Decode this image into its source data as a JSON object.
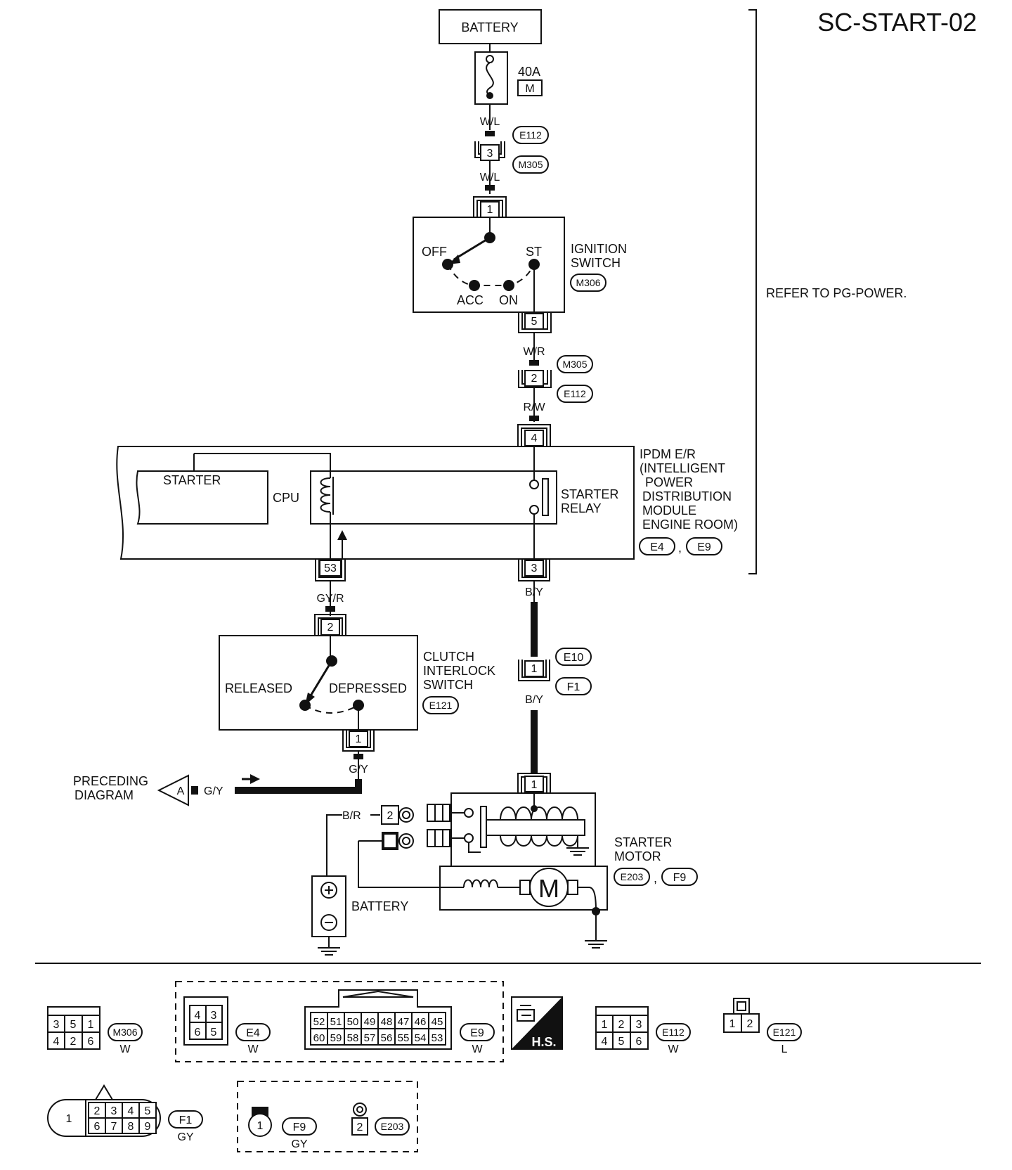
{
  "title": "SC-START-02",
  "refer_note": "REFER TO PG-POWER.",
  "battery_top": "BATTERY",
  "fuse": {
    "rating": "40A",
    "type": "M"
  },
  "wires": {
    "w1": "W/L",
    "w2": "W/L",
    "w3": "W/R",
    "w4": "R/W",
    "w5": "GY/R",
    "w6": "B/Y",
    "w7": "B/Y",
    "w8": "G/Y",
    "w9": "G/Y",
    "w10": "B/R"
  },
  "connectors": {
    "e112_a": "E112",
    "m305_a": "M305",
    "m306": "M306",
    "m305_b": "M305",
    "e112_b": "E112",
    "e4": "E4",
    "e9": "E9",
    "e10": "E10",
    "f1": "F1",
    "e121": "E121",
    "e203": "E203",
    "f9": "F9"
  },
  "pins": {
    "p3a": "3",
    "p1a": "1",
    "p5": "5",
    "p2a": "2",
    "p4": "4",
    "p53": "53",
    "p3b": "3",
    "p2b": "2",
    "p1b": "1",
    "p1c": "1",
    "p1d": "1",
    "p2c": "2"
  },
  "ignition": {
    "label": [
      "IGNITION",
      "SWITCH"
    ],
    "off": "OFF",
    "st": "ST",
    "acc": "ACC",
    "on": "ON"
  },
  "ipdm": {
    "label": [
      "IPDM E/R",
      "(INTELLIGENT",
      "POWER",
      "DISTRIBUTION",
      "MODULE",
      "ENGINE ROOM)"
    ],
    "starter": "STARTER",
    "cpu": "CPU",
    "relay": [
      "STARTER",
      "RELAY"
    ]
  },
  "clutch": {
    "label": [
      "CLUTCH",
      "INTERLOCK",
      "SWITCH"
    ],
    "released": "RELEASED",
    "depressed": "DEPRESSED"
  },
  "preceding": {
    "line1": "PRECEDING",
    "line2": "DIAGRAM",
    "marker": "A"
  },
  "starter_motor": {
    "label": [
      "STARTER",
      "MOTOR"
    ],
    "motor_symbol": "M"
  },
  "battery_bottom": "BATTERY",
  "separator": ",",
  "connector_views": {
    "m306": {
      "top": [
        "3",
        "5",
        "1"
      ],
      "bottom": [
        "4",
        "2",
        "6"
      ],
      "name": "M306",
      "color": "W"
    },
    "e4": {
      "top": [
        "4",
        "3"
      ],
      "bottom": [
        "6",
        "5"
      ],
      "name": "E4",
      "color": "W"
    },
    "e9": {
      "top": [
        "52",
        "51",
        "50",
        "49",
        "48",
        "47",
        "46",
        "45"
      ],
      "bottom": [
        "60",
        "59",
        "58",
        "57",
        "56",
        "55",
        "54",
        "53"
      ],
      "name": "E9",
      "color": "W"
    },
    "hs": "H.S.",
    "e112": {
      "top": [
        "1",
        "2",
        "3"
      ],
      "bottom": [
        "4",
        "5",
        "6"
      ],
      "name": "E112",
      "color": "W"
    },
    "e121": {
      "cells": [
        "1",
        "2"
      ],
      "name": "E121",
      "color": "L"
    },
    "f1": {
      "single": "1",
      "top": [
        "2",
        "3",
        "4",
        "5"
      ],
      "bottom": [
        "6",
        "7",
        "8",
        "9"
      ],
      "name": "F1",
      "color": "GY"
    },
    "f9": {
      "pin": "1",
      "name": "F9",
      "color": "GY"
    },
    "e203": {
      "pin": "2",
      "name": "E203"
    }
  }
}
